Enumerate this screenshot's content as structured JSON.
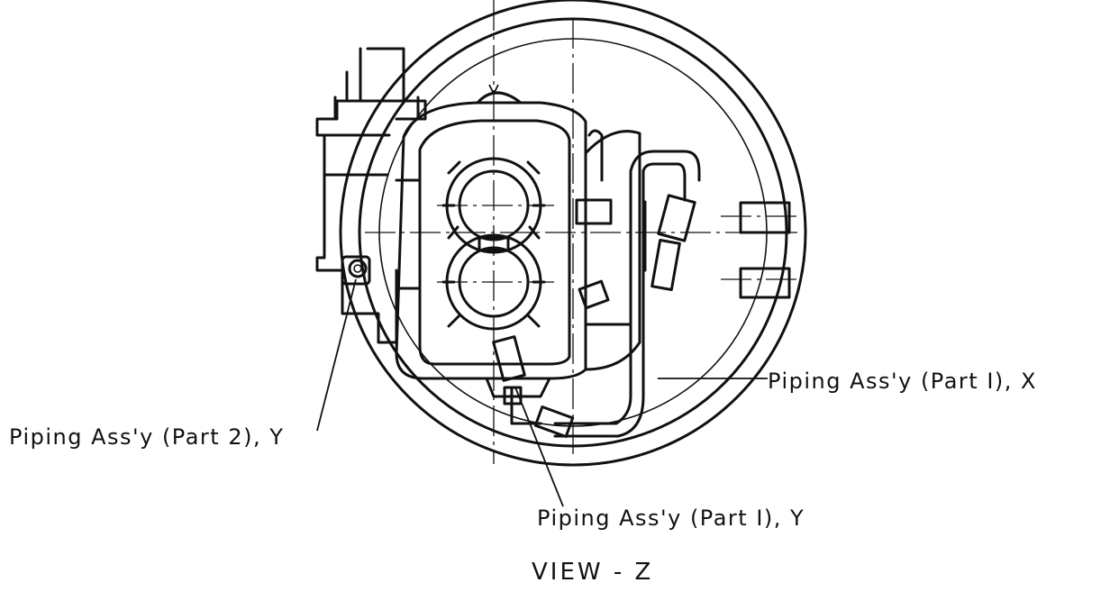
{
  "drawing": {
    "labels": {
      "piping_part1_x": "Piping Ass'y (Part I), X",
      "piping_part2_y": "Piping Ass'y (Part 2), Y",
      "piping_part1_y": "Piping Ass'y (Part I), Y",
      "view_title": "VIEW - Z"
    }
  }
}
